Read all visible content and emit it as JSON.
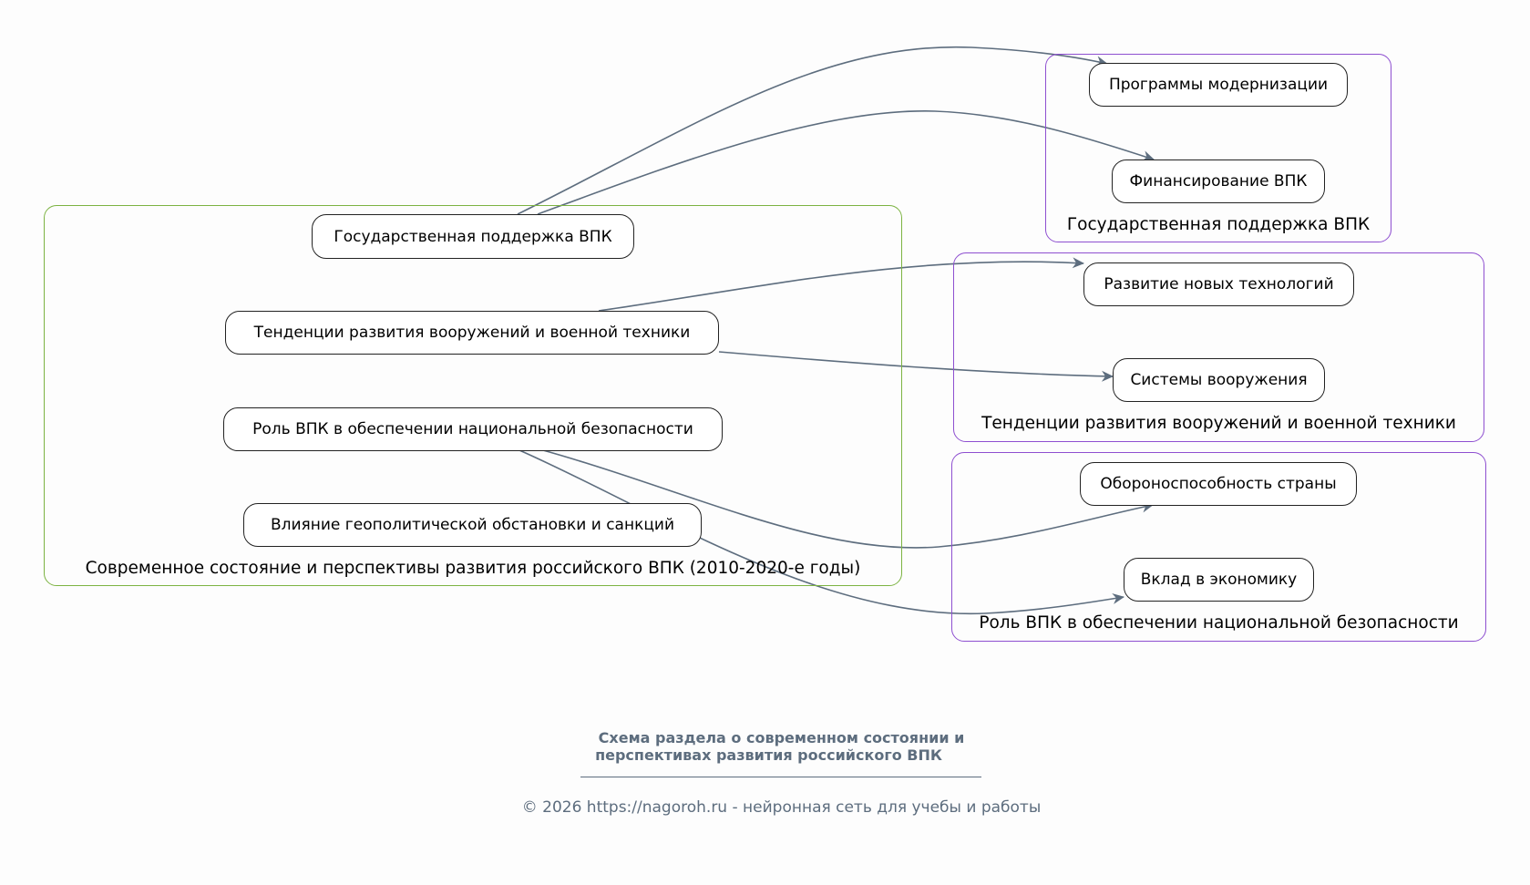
{
  "diagram": {
    "main_cluster": {
      "label": "Современное состояние и перспективы развития российского ВПК (2010-2020-е годы)",
      "nodes": [
        "Государственная поддержка ВПК",
        "Тенденции развития вооружений и военной техники",
        "Роль ВПК в обеспечении национальной безопасности",
        "Влияние геополитической обстановки и санкций"
      ]
    },
    "sub_clusters": [
      {
        "label": "Государственная поддержка ВПК",
        "nodes": [
          "Программы модернизации",
          "Финансирование ВПК"
        ]
      },
      {
        "label": "Тенденции развития вооружений и военной техники",
        "nodes": [
          "Развитие новых технологий",
          "Системы вооружения"
        ]
      },
      {
        "label": "Роль ВПК в обеспечении национальной безопасности",
        "nodes": [
          "Обороноспособность страны",
          "Вклад в экономику"
        ]
      }
    ],
    "edges": [
      {
        "from": "Государственная поддержка ВПК",
        "to": "Программы модернизации"
      },
      {
        "from": "Государственная поддержка ВПК",
        "to": "Финансирование ВПК"
      },
      {
        "from": "Тенденции развития вооружений и военной техники",
        "to": "Развитие новых технологий"
      },
      {
        "from": "Тенденции развития вооружений и военной техники",
        "to": "Системы вооружения"
      },
      {
        "from": "Роль ВПК в обеспечении национальной безопасности",
        "to": "Обороноспособность страны"
      },
      {
        "from": "Роль ВПК в обеспечении национальной безопасности",
        "to": "Вклад в экономику"
      }
    ],
    "colors": {
      "main_cluster_border": "#7cb342",
      "sub_cluster_border": "#8e4fd0",
      "edge": "#5d6d7e",
      "node_border": "#222222"
    }
  },
  "footer": {
    "title_line1": "Схема раздела о современном состоянии и",
    "title_line2": "перспективах развития российского ВПК",
    "copyright": "© 2026 https://nagoroh.ru - нейронная сеть для учебы и работы"
  }
}
